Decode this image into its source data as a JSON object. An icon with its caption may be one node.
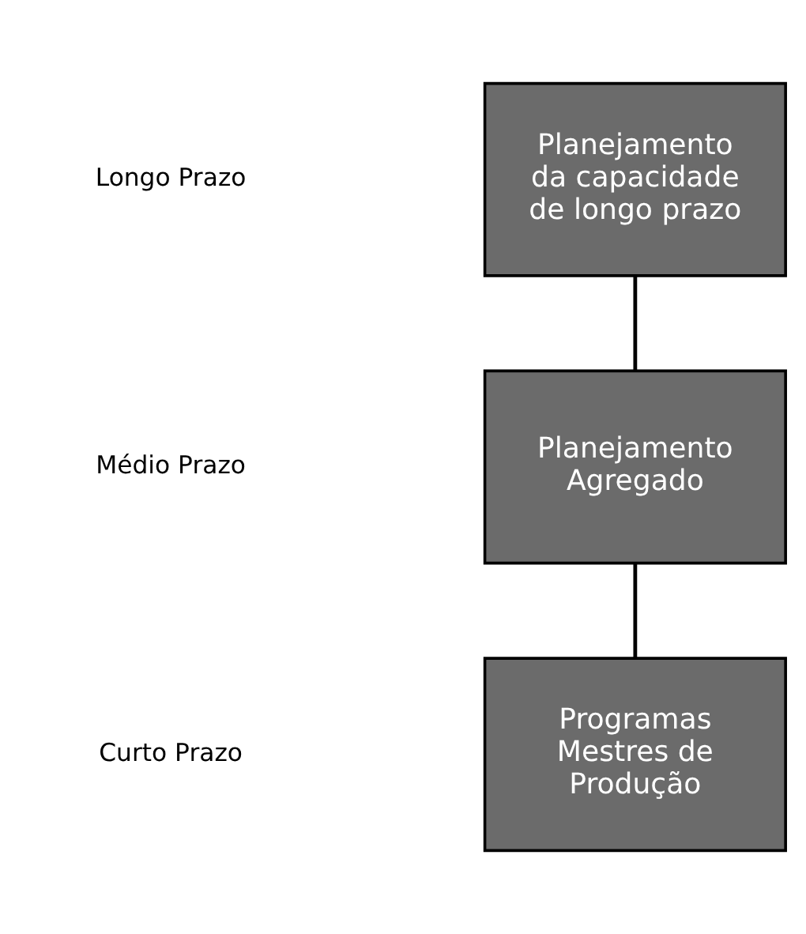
{
  "diagram": {
    "nodes": [
      {
        "text": [
          "Planejamento da capacidade de longo prazo"
        ]
      },
      {
        "text": [
          "Planejamento Agregado"
        ]
      },
      {
        "text": [
          "Programas Mestres de Produção"
        ]
      }
    ],
    "edges": [
      {
        "from": 0,
        "to": 1,
        "arrow": "none"
      },
      {
        "from": 1,
        "to": 2,
        "arrow": "none"
      }
    ],
    "labels": [
      "Longo Prazo",
      "Médio Prazo",
      "Curto Prazo"
    ]
  }
}
